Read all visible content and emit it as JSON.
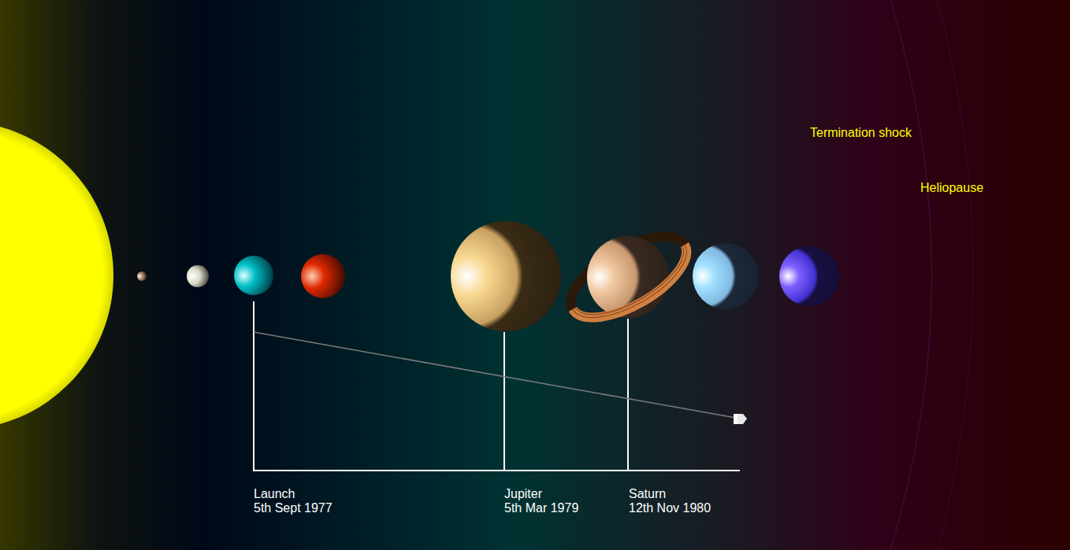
{
  "diagram": {
    "labels": [
      "Termination shock",
      "Heliopause",
      "Launch",
      "5th Sept 1977",
      "Jupiter",
      "5th Mar 1979",
      "Saturn",
      "12th Nov 1980"
    ]
  }
}
